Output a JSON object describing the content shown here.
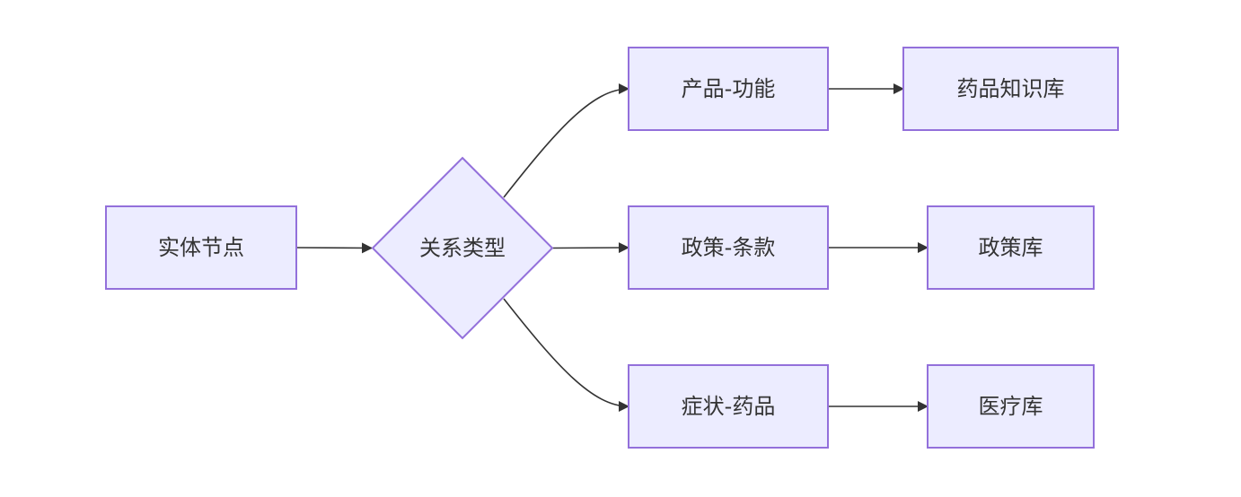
{
  "diagram": {
    "type": "flowchart",
    "direction": "left-to-right",
    "nodes": {
      "entity": {
        "label": "实体节点",
        "shape": "rectangle"
      },
      "relation": {
        "label": "关系类型",
        "shape": "diamond"
      },
      "product_function": {
        "label": "产品-功能",
        "shape": "rectangle"
      },
      "policy_clause": {
        "label": "政策-条款",
        "shape": "rectangle"
      },
      "symptom_drug": {
        "label": "症状-药品",
        "shape": "rectangle"
      },
      "drug_kb": {
        "label": "药品知识库",
        "shape": "rectangle"
      },
      "policy_db": {
        "label": "政策库",
        "shape": "rectangle"
      },
      "medical_db": {
        "label": "医疗库",
        "shape": "rectangle"
      }
    },
    "edges": [
      {
        "from": "entity",
        "to": "relation"
      },
      {
        "from": "relation",
        "to": "product_function"
      },
      {
        "from": "relation",
        "to": "policy_clause"
      },
      {
        "from": "relation",
        "to": "symptom_drug"
      },
      {
        "from": "product_function",
        "to": "drug_kb"
      },
      {
        "from": "policy_clause",
        "to": "policy_db"
      },
      {
        "from": "symptom_drug",
        "to": "medical_db"
      }
    ],
    "colors": {
      "node_fill": "#ECECFF",
      "node_stroke": "#9370DB",
      "edge": "#333333",
      "text": "#333333"
    }
  }
}
